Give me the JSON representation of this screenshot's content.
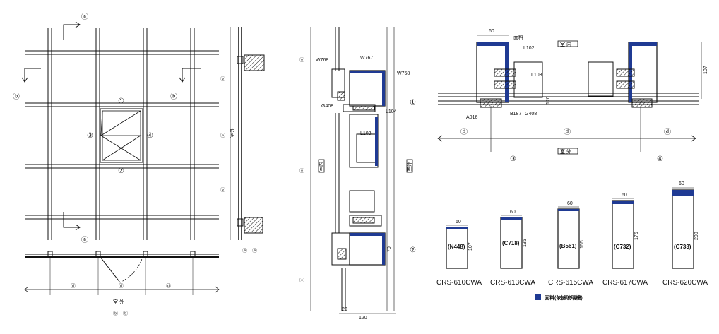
{
  "elevation": {
    "callouts": {
      "a_top": "ⓐ",
      "a_bottom": "ⓐ",
      "b_left": "ⓑ",
      "b_right": "ⓑ"
    },
    "window_nums": {
      "n1": "①",
      "n2": "②",
      "n3": "③",
      "n4": "④"
    },
    "bottom_dims": {
      "d1": "ⓓ",
      "d2": "ⓓ",
      "d3": "ⓓ"
    },
    "plan_label": "室 外",
    "plan_section": "ⓑ—ⓑ",
    "side_section": "ⓐ—ⓐ",
    "side_label": "室外",
    "side_dims": [
      "ⓔ",
      "ⓔ",
      "ⓔ"
    ]
  },
  "vertical_section": {
    "labels": {
      "w768a": "W768",
      "w767": "W767",
      "w768b": "W768",
      "g408": "G408",
      "l104": "L104",
      "l103": "L103",
      "circle1": "①",
      "circle2": "②",
      "dim70": "70",
      "dim20": "20",
      "dim120": "120",
      "indoor": "室内",
      "outdoor": "室外"
    },
    "side_dims": [
      "ⓒ",
      "ⓒ",
      "ⓒ"
    ]
  },
  "horizontal_section": {
    "labels": {
      "d60": "60",
      "facing": "面料",
      "l102": "L102",
      "l103": "L103",
      "a016": "A016",
      "b187": "B187",
      "g408": "G408",
      "d107": "107",
      "d120": "120",
      "indoor": "室 内",
      "outdoor": "室 外",
      "n3": "③",
      "n4": "④",
      "dd1": "ⓓ",
      "dd2": "ⓓ",
      "dd3": "ⓓ"
    }
  },
  "profiles": [
    {
      "code": "(N448)",
      "name": "CRS-610CWA",
      "width": "60",
      "height": "107"
    },
    {
      "code": "(C718)",
      "name": "CRS-613CWA",
      "width": "60",
      "height": "135"
    },
    {
      "code": "(B561)",
      "name": "CRS-615CWA",
      "width": "60",
      "height": "155"
    },
    {
      "code": "(C732)",
      "name": "CRS-617CWA",
      "width": "60",
      "height": "175"
    },
    {
      "code": "(C733)",
      "name": "CRS-620CWA",
      "width": "60",
      "height": "200"
    }
  ],
  "legend": {
    "text": "面料(依據玻璃樓)",
    "color": "#1f3a93"
  }
}
